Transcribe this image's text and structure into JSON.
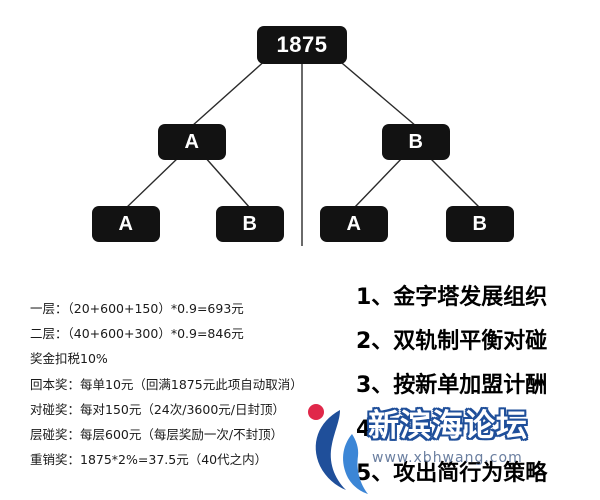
{
  "tree": {
    "root": "1875",
    "level1": [
      "A",
      "B"
    ],
    "level2": [
      "A",
      "B",
      "A",
      "B"
    ]
  },
  "rules": [
    "一层：（20+600+150）*0.9=693元",
    "二层：（40+600+300）*0.9=846元",
    "奖金扣税10%",
    "回本奖：每单10元（回满1875元此项自动取消）",
    "对碰奖：每对150元（24次/3600元/日封顶）",
    "层碰奖：每层600元（每层奖励一次/不封顶）",
    "重销奖：1875*2%=37.5元（40代之内）"
  ],
  "features": [
    "1、金字塔发展组织",
    "2、双轨制平衡对碰",
    "3、按新单加盟计酬",
    "4、",
    "5、攻出简行为策略"
  ],
  "watermark": {
    "title": "新滨海论坛",
    "url": "www.xbhwang.com"
  },
  "colors": {
    "node_bg": "#121212",
    "node_text": "#ffffff",
    "line": "#2a2a2a",
    "red_dot": "#e0284a",
    "watermark_blue": "#1f4f9a"
  }
}
